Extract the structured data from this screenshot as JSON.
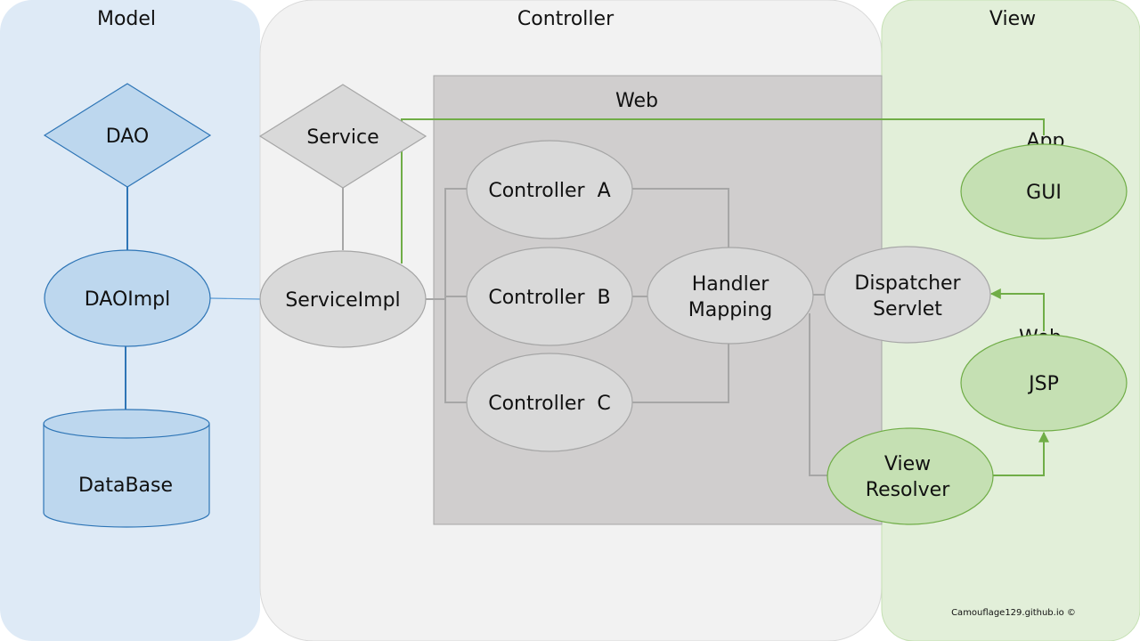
{
  "lanes": {
    "model": "Model",
    "controller": "Controller",
    "view": "View"
  },
  "web_box": "Web",
  "nodes": {
    "dao": "DAO",
    "dao_impl": "DAOImpl",
    "database": "DataBase",
    "service": "Service",
    "service_impl": "ServiceImpl",
    "controller_a": "Controller  A",
    "controller_b": "Controller  B",
    "controller_c": "Controller  C",
    "handler_mapping_1": "Handler",
    "handler_mapping_2": "Mapping",
    "dispatcher_1": "Dispatcher",
    "dispatcher_2": "Servlet",
    "view_resolver_1": "View",
    "view_resolver_2": "Resolver",
    "app_label": "App",
    "gui": "GUI",
    "web_label": "Web",
    "jsp": "JSP"
  },
  "credit": "Camouflage129.github.io ©",
  "colors": {
    "model_lane": "#deeaf6",
    "controller_lane": "#f2f2f2",
    "view_lane": "#e2efd9",
    "web_box": "#d0cece",
    "blue_shape": "#bdd7ee",
    "blue_stroke": "#2e75b6",
    "gray_shape": "#d9d9d9",
    "gray_stroke": "#a6a6a6",
    "green_shape": "#c5e0b3",
    "green_stroke": "#70ad47"
  }
}
